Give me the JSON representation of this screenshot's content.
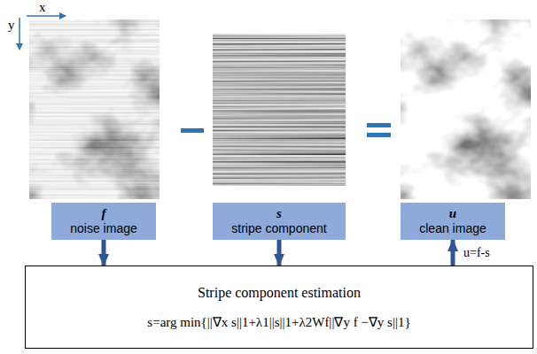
{
  "diagram": {
    "nodes": [
      {
        "text": [
          "f",
          "noise image"
        ]
      },
      {
        "text": [
          "s",
          "stripe component"
        ]
      },
      {
        "text": [
          "u",
          "clean image"
        ]
      },
      {
        "text": [
          "Stripe component estimation",
          "s=arg min{||∇x s||1+λ1||s||1+λ2Wf||∇y f −∇y s||1}"
        ]
      }
    ],
    "edges": [
      {
        "from": 0,
        "to": 3,
        "arrow": "to"
      },
      {
        "from": 1,
        "to": 3,
        "arrow": "to"
      },
      {
        "from": 3,
        "to": 2,
        "arrow": "to",
        "label": "u=f-s"
      }
    ],
    "labels": [
      "x",
      "y"
    ]
  }
}
